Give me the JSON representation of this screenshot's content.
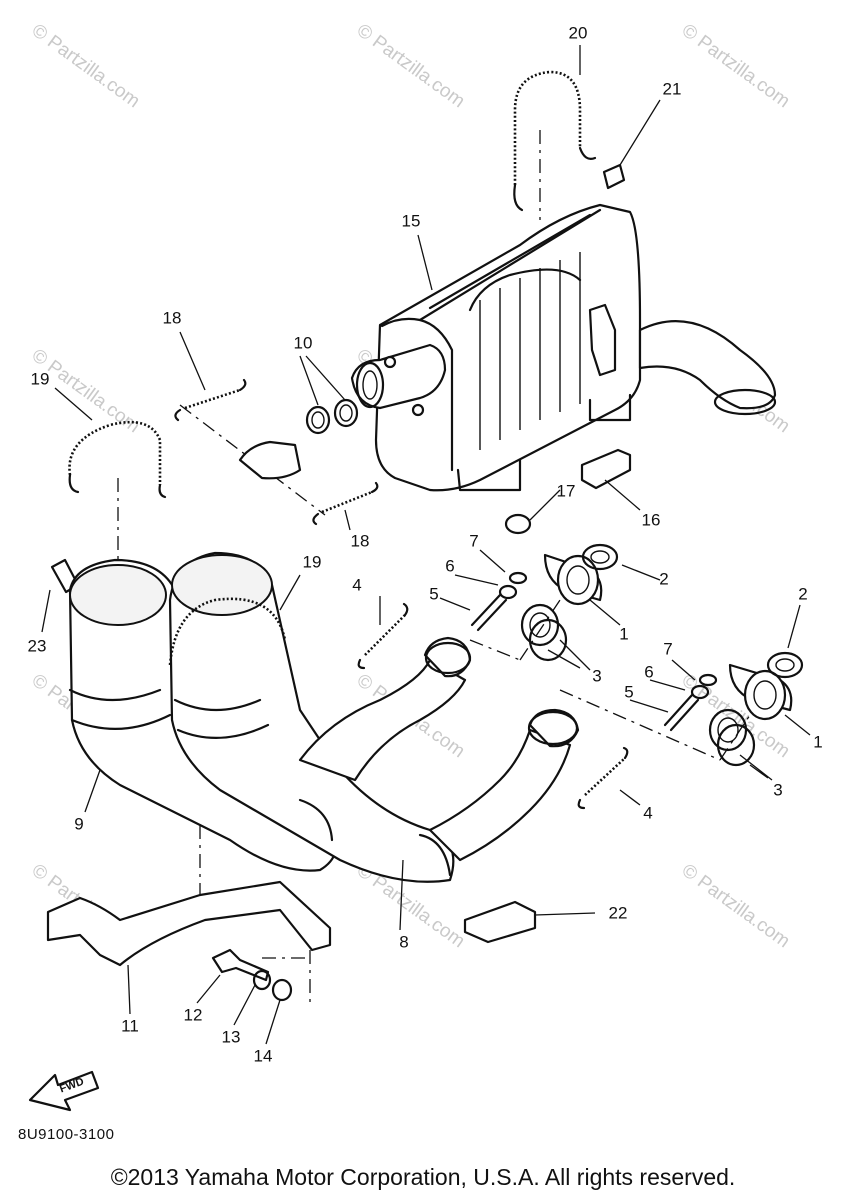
{
  "diagram": {
    "code": "8U9100-3100",
    "copyright": "©2013 Yamaha Motor Corporation, U.S.A. All rights reserved.",
    "watermark": "© Partzilla.com",
    "fwd_label": "FWD",
    "callouts": [
      "1",
      "1",
      "2",
      "2",
      "3",
      "3",
      "4",
      "4",
      "5",
      "5",
      "6",
      "6",
      "7",
      "7",
      "8",
      "9",
      "10",
      "11",
      "12",
      "13",
      "14",
      "15",
      "16",
      "17",
      "18",
      "18",
      "19",
      "19",
      "20",
      "21",
      "22",
      "23"
    ]
  },
  "colors": {
    "line": "#111111",
    "watermark": "#c9c9c9",
    "background": "#ffffff"
  }
}
